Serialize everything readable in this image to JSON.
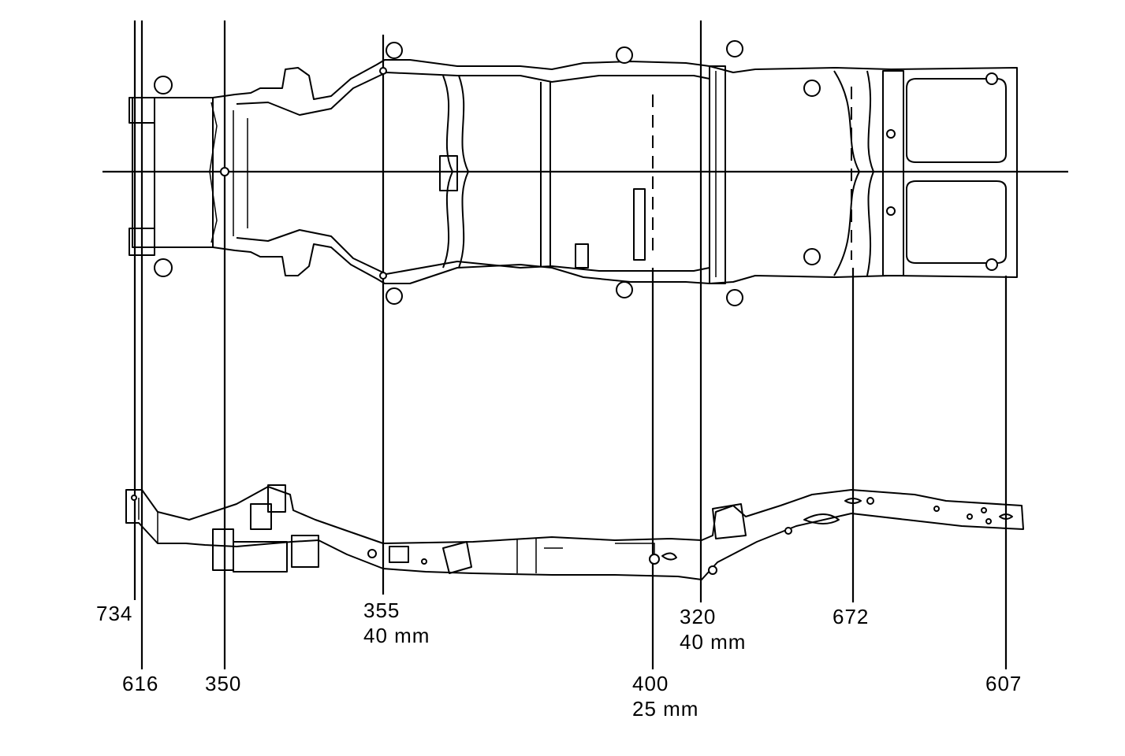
{
  "measurement_points": [
    {
      "id": "734",
      "label": "734",
      "sub": ""
    },
    {
      "id": "616",
      "label": "616",
      "sub": ""
    },
    {
      "id": "350",
      "label": "350",
      "sub": ""
    },
    {
      "id": "355",
      "label": "355",
      "sub": "40 mm"
    },
    {
      "id": "400",
      "label": "400",
      "sub": "25 mm"
    },
    {
      "id": "320",
      "label": "320",
      "sub": "40 mm"
    },
    {
      "id": "672",
      "label": "672",
      "sub": ""
    },
    {
      "id": "607",
      "label": "607",
      "sub": ""
    }
  ]
}
